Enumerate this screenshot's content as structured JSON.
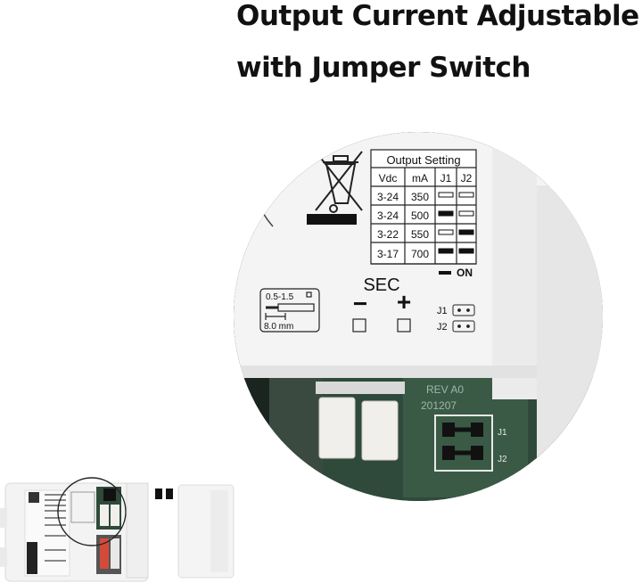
{
  "heading": {
    "line1": "Output Current Adjustable",
    "line2": "with Jumper Switch"
  },
  "output_table": {
    "title": "Output Setting",
    "headers": [
      "Vdc",
      "mA",
      "J1",
      "J2"
    ],
    "rows": [
      {
        "vdc": "3-24",
        "ma": "350",
        "j1": "off",
        "j2": "off"
      },
      {
        "vdc": "3-24",
        "ma": "500",
        "j1": "on",
        "j2": "off"
      },
      {
        "vdc": "3-22",
        "ma": "550",
        "j1": "off",
        "j2": "on"
      },
      {
        "vdc": "3-17",
        "ma": "700",
        "j1": "on",
        "j2": "on"
      }
    ],
    "legend_on": "ON"
  },
  "sec": {
    "label": "SEC",
    "minus": "−",
    "plus": "+"
  },
  "wire_strip": {
    "size": "0.5-1.5",
    "length": "8.0 mm"
  },
  "jumper_labels": {
    "j1": "J1",
    "j2": "J2"
  },
  "pcb": {
    "rev": "REV A0",
    "date": "201207",
    "j1": "J1",
    "j2": "J2"
  },
  "colors": {
    "pcb_green": "#2f4a3a",
    "housing": "#f4f4f4",
    "text": "#111111"
  }
}
